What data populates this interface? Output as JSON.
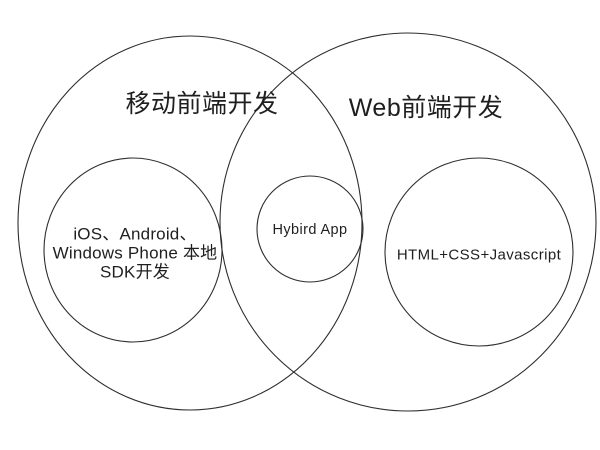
{
  "colors": {
    "background": "#ffffff",
    "stroke": "#2e2e2e",
    "text": "#1f1f1f"
  },
  "venn": {
    "left_set": {
      "label": "移动前端开发",
      "inner_lines": {
        "0": "iOS、Android、",
        "1": "Windows Phone 本地",
        "2": "SDK开发"
      }
    },
    "right_set": {
      "label": "Web前端开发",
      "inner_label": "HTML+CSS+Javascript"
    },
    "intersection": {
      "label": "Hybird App"
    }
  }
}
